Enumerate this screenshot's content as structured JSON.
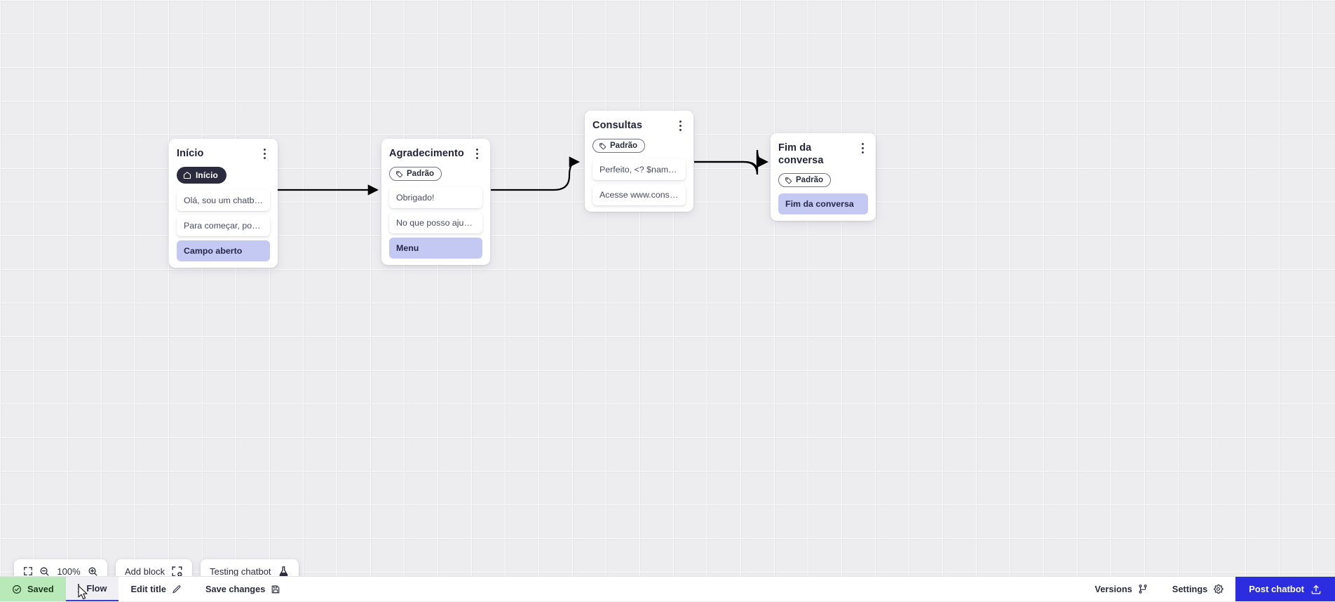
{
  "canvas": {
    "zoom_level": "100%",
    "add_block_label": "Add block",
    "testing_chatbot_label": "Testing chatbot"
  },
  "nodes": [
    {
      "id": "inicio",
      "title": "Início",
      "badge": {
        "type": "start",
        "label": "Início",
        "icon": "home-icon"
      },
      "messages": [
        {
          "text": "Olá, sou um chatbot de teste!",
          "accent": false
        },
        {
          "text": "Para começar, por favor digite o ...",
          "accent": false
        },
        {
          "text": "Campo aberto",
          "accent": true
        }
      ]
    },
    {
      "id": "agradecimento",
      "title": "Agradecimento",
      "badge": {
        "type": "default",
        "label": "Padrão",
        "icon": "tag-icon"
      },
      "messages": [
        {
          "text": "Obrigado!",
          "accent": false
        },
        {
          "text": "No que posso ajudar, <? $name ...",
          "accent": false
        },
        {
          "text": "Menu",
          "accent": true
        }
      ]
    },
    {
      "id": "consultas",
      "title": "Consultas",
      "badge": {
        "type": "default",
        "label": "Padrão",
        "icon": "tag-icon"
      },
      "messages": [
        {
          "text": "Perfeito, <? $name ?>!",
          "accent": false
        },
        {
          "text": "Acesse www.consultas.com par...",
          "accent": false
        }
      ]
    },
    {
      "id": "fim",
      "title": "Fim da conversa",
      "badge": {
        "type": "default",
        "label": "Padrão",
        "icon": "tag-icon"
      },
      "messages": [
        {
          "text": "Fim da conversa",
          "accent": true
        }
      ]
    }
  ],
  "bottom_bar": {
    "status": "Saved",
    "flow_tab": "Flow",
    "edit_title": "Edit title",
    "save_changes": "Save changes",
    "versions": "Versions",
    "settings": "Settings",
    "post_chatbot": "Post chatbot"
  },
  "colors": {
    "accent_row": "#c3c9f2",
    "primary_button": "#2c2ce0",
    "saved_chip": "#b9e8b9",
    "canvas_bg": "#ededf0",
    "badge_start_bg": "#2b2b40"
  }
}
